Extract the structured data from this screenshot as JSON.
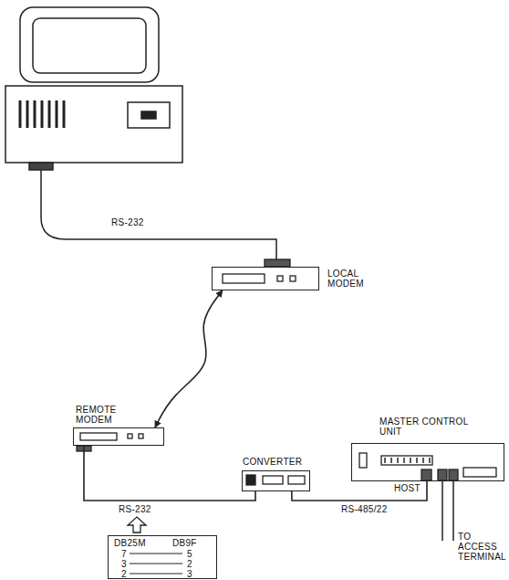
{
  "diagram": {
    "nodes": [
      {
        "text": [
          "LOCAL MODEM"
        ]
      },
      {
        "text": [
          "REMOTE MODEM"
        ]
      },
      {
        "text": [
          "CONVERTER"
        ]
      },
      {
        "text": [
          "MASTER CONTROL UNIT"
        ]
      },
      {
        "text": [
          "DB25M",
          "DB9F",
          "7",
          "5",
          "3",
          "2",
          "2",
          "3"
        ]
      }
    ],
    "edges": [
      {
        "from": 0,
        "to": 1,
        "arrow": "both"
      },
      {
        "from": 1,
        "to": 2,
        "arrow": "none",
        "label": "RS-232"
      },
      {
        "from": 2,
        "to": 3,
        "arrow": "none",
        "label": "RS-485/22"
      }
    ],
    "labels": [
      "RS-232",
      "HOST",
      "TO ACCESS TERMINAL"
    ]
  }
}
